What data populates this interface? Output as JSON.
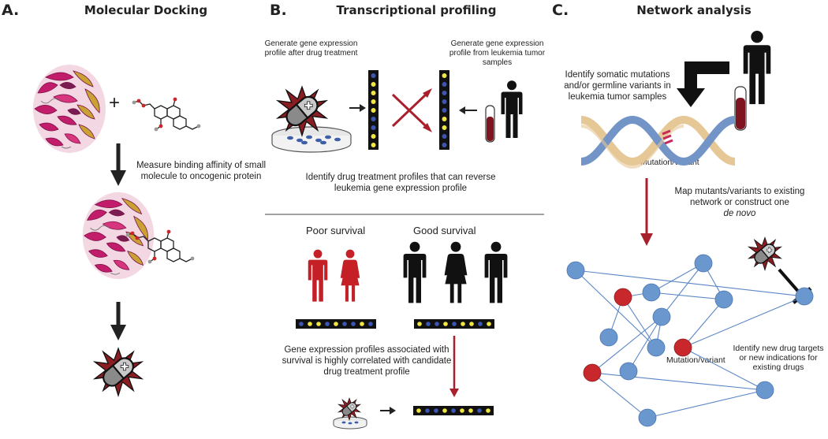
{
  "panel_a": {
    "letter": "A.",
    "title": "Molecular Docking",
    "plus": "+",
    "binding_caption": "Measure binding affinity of small molecule to oncogenic protein"
  },
  "panel_b": {
    "letter": "B.",
    "title": "Transcriptional profiling",
    "drug_profile_caption": "Generate gene expression profile after drug treatment",
    "tumor_profile_caption": "Generate gene expression profile from leukemia tumor samples",
    "reverse_caption": "Identify drug treatment profiles that can reverse leukemia gene expression profile",
    "poor_survival": "Poor survival",
    "good_survival": "Good survival",
    "correlation_caption": "Gene expression profiles associated with survival is highly correlated with candidate drug treatment profile"
  },
  "panel_c": {
    "letter": "C.",
    "title": "Network analysis",
    "mutation_caption": "Identify somatic mutations and/or germline variants in leukemia tumor samples",
    "mutation_label": "Mutation/variant",
    "map_caption_line1": "Map mutants/variants to existing",
    "map_caption_line2": "network or construct one",
    "map_caption_italic": "de novo",
    "network_mutation_label": "Mutation/variant",
    "targets_caption": "Identify new drug targets or new indications for existing drugs"
  },
  "colors": {
    "red": "#a8202c",
    "node_blue": "#6b97cf",
    "node_red": "#c8282c",
    "edge_blue": "#5a86c6",
    "protein_magenta": "#c21d6a",
    "protein_gold": "#c9a234",
    "dna_blue": "#7294c7",
    "dna_tan": "#e6c796"
  }
}
